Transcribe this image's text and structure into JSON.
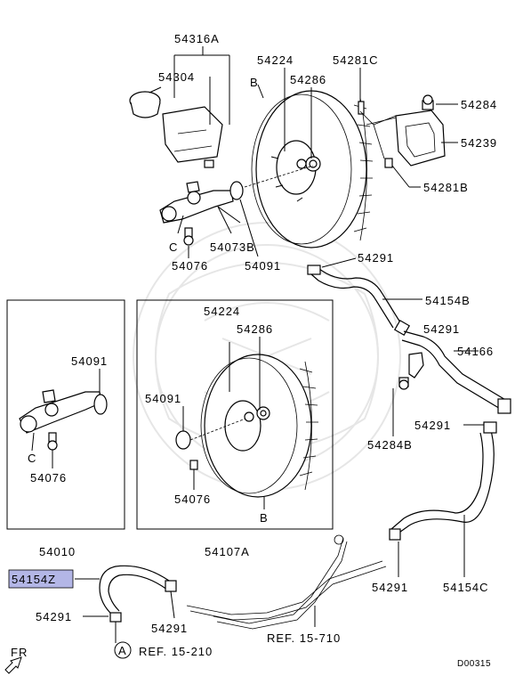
{
  "labels": {
    "p54316A": "54316A",
    "p54304": "54304",
    "p54224_top": "54224",
    "p54281C": "54281C",
    "B_top": "B",
    "p54286_top": "54286",
    "p54284": "54284",
    "p54239": "54239",
    "p54281B": "54281B",
    "C_top": "C",
    "p54073B": "54073B",
    "p54076_top": "54076",
    "p54091_top": "54091",
    "p54291_a": "54291",
    "p54154B": "54154B",
    "p54091_left": "54091",
    "C_left": "C",
    "p54076_left": "54076",
    "p54010": "54010",
    "p54224_mid": "54224",
    "p54286_mid": "54286",
    "p54091_mid": "54091",
    "p54076_mid": "54076",
    "B_mid": "B",
    "p54107A": "54107A",
    "p54291_b": "54291",
    "p54166": "54166",
    "p54284B": "54284B",
    "p54291_c": "54291",
    "p54154Z": "54154Z",
    "p54291_d": "54291",
    "p54291_e": "54291",
    "p54291_f": "54291",
    "p54154C": "54154C",
    "ref_a_marker": "A",
    "ref15_210": "REF. 15-210",
    "ref15_710": "REF. 15-710",
    "fr": "FR",
    "diagram_code": "D00315"
  },
  "highlight_color": "#b3b6e6"
}
